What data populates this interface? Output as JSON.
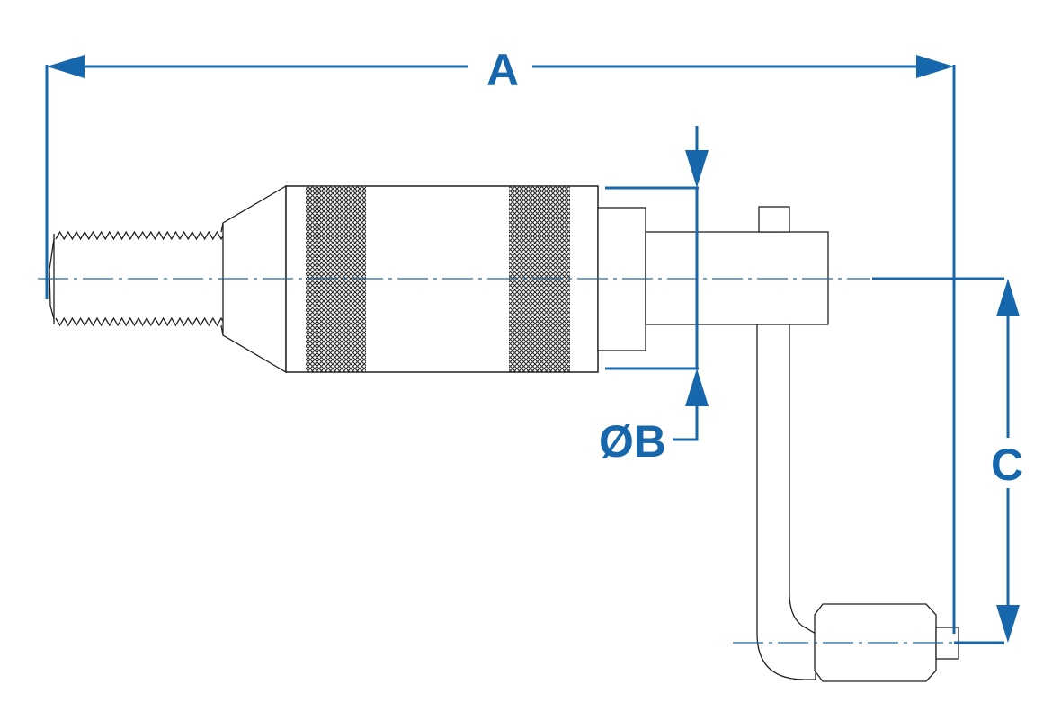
{
  "colors": {
    "dimension": "#1767ad",
    "outline": "#231f20",
    "background": "#ffffff",
    "knurl": "#333333"
  },
  "labels": {
    "overall_length": "A",
    "diameter": "ØB",
    "offset": "C"
  }
}
